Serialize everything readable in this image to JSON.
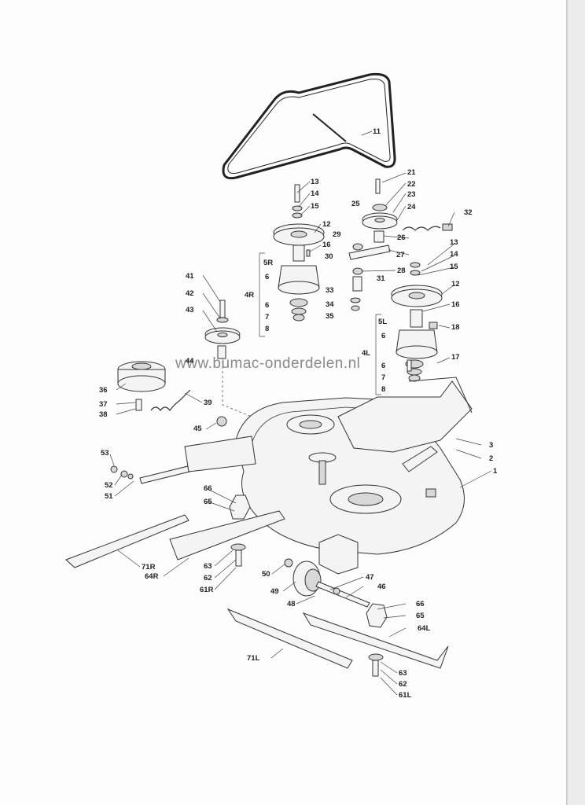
{
  "watermark": "www.bumac-onderdelen.nl",
  "callouts": [
    {
      "id": "c11",
      "text": "11"
    },
    {
      "id": "c21",
      "text": "21"
    },
    {
      "id": "c22",
      "text": "22"
    },
    {
      "id": "c23",
      "text": "23"
    },
    {
      "id": "c24",
      "text": "24"
    },
    {
      "id": "c25",
      "text": "25"
    },
    {
      "id": "c13a",
      "text": "13"
    },
    {
      "id": "c14a",
      "text": "14"
    },
    {
      "id": "c15a",
      "text": "15"
    },
    {
      "id": "c12a",
      "text": "12"
    },
    {
      "id": "c29",
      "text": "29"
    },
    {
      "id": "c26",
      "text": "26"
    },
    {
      "id": "c32",
      "text": "32"
    },
    {
      "id": "c16a",
      "text": "16"
    },
    {
      "id": "c30",
      "text": "30"
    },
    {
      "id": "c27",
      "text": "27"
    },
    {
      "id": "c5R",
      "text": "5R"
    },
    {
      "id": "c13b",
      "text": "13"
    },
    {
      "id": "c14b",
      "text": "14"
    },
    {
      "id": "c15b",
      "text": "15"
    },
    {
      "id": "c28",
      "text": "28"
    },
    {
      "id": "c31",
      "text": "31"
    },
    {
      "id": "c6a",
      "text": "6"
    },
    {
      "id": "c4R",
      "text": "4R"
    },
    {
      "id": "c41",
      "text": "41"
    },
    {
      "id": "c42",
      "text": "42"
    },
    {
      "id": "c43",
      "text": "43"
    },
    {
      "id": "c44",
      "text": "44"
    },
    {
      "id": "c33",
      "text": "33"
    },
    {
      "id": "c34",
      "text": "34"
    },
    {
      "id": "c35",
      "text": "35"
    },
    {
      "id": "c6b",
      "text": "6"
    },
    {
      "id": "c7a",
      "text": "7"
    },
    {
      "id": "c8a",
      "text": "8"
    },
    {
      "id": "c12b",
      "text": "12"
    },
    {
      "id": "c16b",
      "text": "16"
    },
    {
      "id": "c18",
      "text": "18"
    },
    {
      "id": "c5L",
      "text": "5L"
    },
    {
      "id": "c6c",
      "text": "6"
    },
    {
      "id": "c4L",
      "text": "4L"
    },
    {
      "id": "c6d",
      "text": "6"
    },
    {
      "id": "c7b",
      "text": "7"
    },
    {
      "id": "c8b",
      "text": "8"
    },
    {
      "id": "c17",
      "text": "17"
    },
    {
      "id": "c36",
      "text": "36"
    },
    {
      "id": "c37",
      "text": "37"
    },
    {
      "id": "c38",
      "text": "38"
    },
    {
      "id": "c39",
      "text": "39"
    },
    {
      "id": "c45",
      "text": "45"
    },
    {
      "id": "c3",
      "text": "3"
    },
    {
      "id": "c2",
      "text": "2"
    },
    {
      "id": "c1",
      "text": "1"
    },
    {
      "id": "c53",
      "text": "53"
    },
    {
      "id": "c52",
      "text": "52"
    },
    {
      "id": "c51",
      "text": "51"
    },
    {
      "id": "c66a",
      "text": "66"
    },
    {
      "id": "c65a",
      "text": "65"
    },
    {
      "id": "c71R",
      "text": "71R"
    },
    {
      "id": "c64R",
      "text": "64R"
    },
    {
      "id": "c63a",
      "text": "63"
    },
    {
      "id": "c62a",
      "text": "62"
    },
    {
      "id": "c61R",
      "text": "61R"
    },
    {
      "id": "c50",
      "text": "50"
    },
    {
      "id": "c49",
      "text": "49"
    },
    {
      "id": "c48",
      "text": "48"
    },
    {
      "id": "c47",
      "text": "47"
    },
    {
      "id": "c46",
      "text": "46"
    },
    {
      "id": "c66b",
      "text": "66"
    },
    {
      "id": "c65b",
      "text": "65"
    },
    {
      "id": "c64L",
      "text": "64L"
    },
    {
      "id": "c71L",
      "text": "71L"
    },
    {
      "id": "c63b",
      "text": "63"
    },
    {
      "id": "c62b",
      "text": "62"
    },
    {
      "id": "c61L",
      "text": "61L"
    }
  ]
}
